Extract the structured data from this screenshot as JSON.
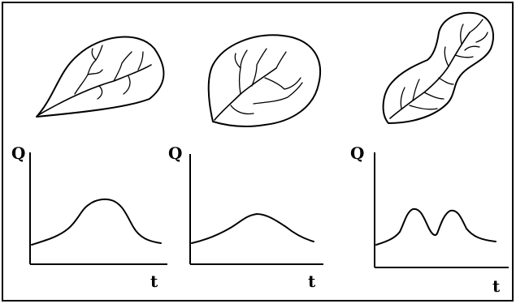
{
  "colors": {
    "ink": "#000000",
    "background": "#ffffff"
  },
  "panels": [
    {
      "basin_shape": "elongated-teardrop",
      "hydrograph": {
        "y_label": "Q",
        "x_label": "t",
        "peaks": 1,
        "shape": "narrow-high-peak"
      }
    },
    {
      "basin_shape": "round-fan",
      "hydrograph": {
        "y_label": "Q",
        "x_label": "t",
        "peaks": 1,
        "shape": "broad-low-peak"
      }
    },
    {
      "basin_shape": "hourglass-double-lobe",
      "hydrograph": {
        "y_label": "Q",
        "x_label": "t",
        "peaks": 2,
        "shape": "double-peak"
      }
    }
  ]
}
